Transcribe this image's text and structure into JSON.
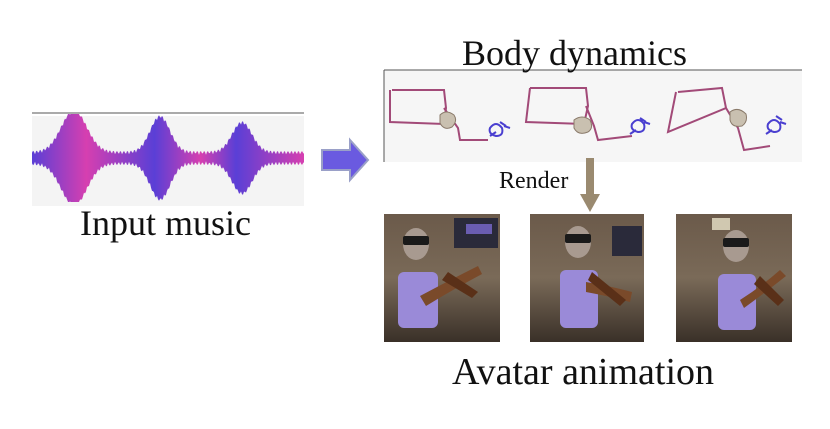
{
  "labels": {
    "input_music": "Input music",
    "body_dynamics": "Body dynamics",
    "render": "Render",
    "avatar_animation": "Avatar animation"
  },
  "colors": {
    "wave_blue": "#5a3fd6",
    "wave_pink": "#d63fb0",
    "skeleton": "#a24a78",
    "hand": "#4a3fd0",
    "arrow_fill": "#6a5ae0",
    "render_arrow": "#9a8a70"
  },
  "icons": [
    "right-arrow-icon",
    "down-arrow-icon"
  ]
}
